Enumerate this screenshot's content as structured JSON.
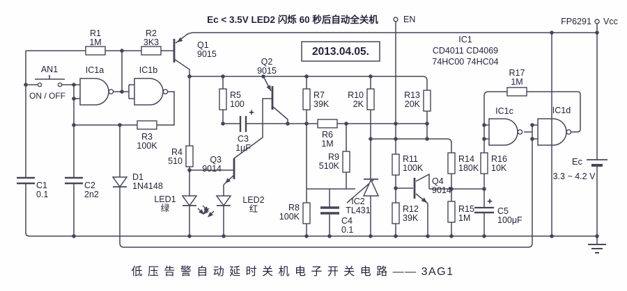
{
  "annotations": {
    "condition": "Ec < 3.5V   LED2 闪烁 60 秒后自动全关机",
    "date": "2013.04.05.",
    "caption": "低 压 告 警 自 动 延 时 关 机 电 子 开 关 电 路 —— 3AG1"
  },
  "power": {
    "en": "EN",
    "vcc": "Vcc",
    "regulator": "FP6291",
    "battery": {
      "name": "Ec",
      "voltage": "3.3 ~ 4.2 V"
    }
  },
  "ic1": {
    "name": "IC1",
    "equivalents_line1": "CD4011  CD4069",
    "equivalents_line2": "74HC00  74HC04"
  },
  "gates": {
    "a": "IC1a",
    "b": "IC1b",
    "c": "IC1c",
    "d": "IC1d"
  },
  "switch": {
    "name": "AN1",
    "label": "ON / OFF"
  },
  "parts": {
    "r1": {
      "id": "R1",
      "value": "1M"
    },
    "r2": {
      "id": "R2",
      "value": "3K3"
    },
    "r3": {
      "id": "R3",
      "value": "100K"
    },
    "r4": {
      "id": "R4",
      "value": "510"
    },
    "r5": {
      "id": "R5",
      "value": "100"
    },
    "r6": {
      "id": "R6",
      "value": "1M"
    },
    "r7": {
      "id": "R7",
      "value": "39K"
    },
    "r8": {
      "id": "R8",
      "value": "100K"
    },
    "r9": {
      "id": "R9",
      "value": "510K"
    },
    "r10": {
      "id": "R10",
      "value": "2K"
    },
    "r11": {
      "id": "R11",
      "value": "100K"
    },
    "r12": {
      "id": "R12",
      "value": "39K"
    },
    "r13": {
      "id": "R13",
      "value": "20K"
    },
    "r14": {
      "id": "R14",
      "value": "180K"
    },
    "r15": {
      "id": "R15",
      "value": "1M"
    },
    "r16": {
      "id": "R16",
      "value": "10K"
    },
    "r17": {
      "id": "R17",
      "value": "1M"
    },
    "c1": {
      "id": "C1",
      "value": "0.1"
    },
    "c2": {
      "id": "C2",
      "value": "2n2"
    },
    "c3": {
      "id": "C3",
      "value": "1μF"
    },
    "c4": {
      "id": "C4",
      "value": "0.1"
    },
    "c5": {
      "id": "C5",
      "value": "100μF"
    },
    "q1": {
      "id": "Q1",
      "value": "9015"
    },
    "q2": {
      "id": "Q2",
      "value": "9015"
    },
    "q3": {
      "id": "Q3",
      "value": "9014"
    },
    "q4": {
      "id": "Q4",
      "value": "9014"
    },
    "d1": {
      "id": "D1",
      "value": "1N4148"
    },
    "led1": {
      "id": "LED1",
      "value": "绿"
    },
    "led2": {
      "id": "LED2",
      "value": "红"
    },
    "ic2": {
      "id": "IC2",
      "value": "TL431"
    },
    "plus": "+"
  }
}
